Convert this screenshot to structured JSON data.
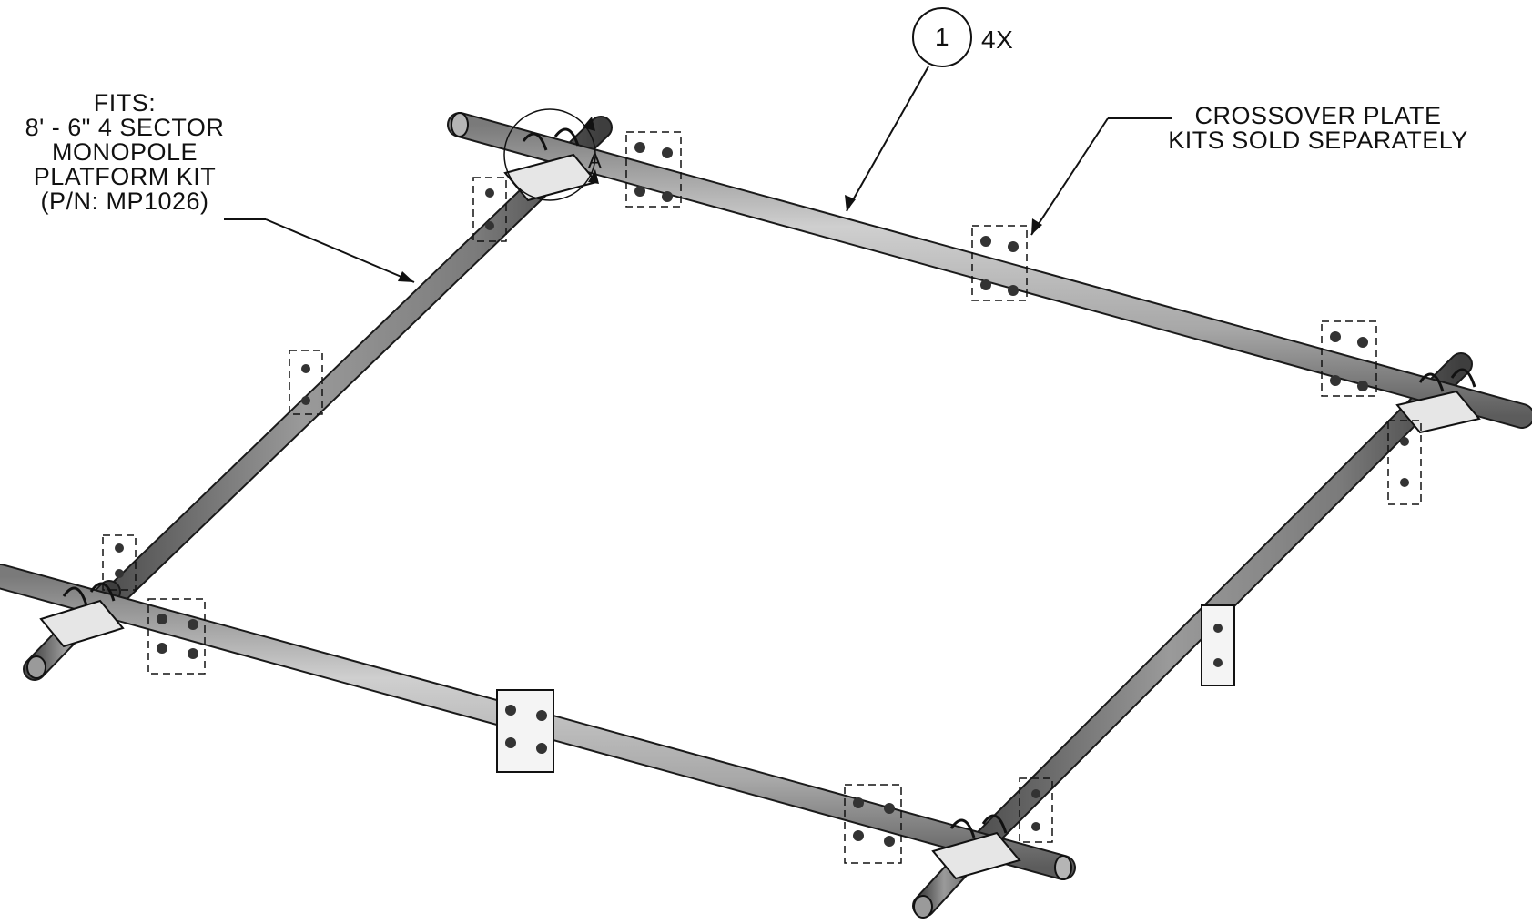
{
  "balloon": {
    "item_number": "1",
    "quantity": "4X"
  },
  "fits_note": {
    "lines": [
      "FITS:",
      "8' - 6\" 4 SECTOR",
      "MONOPOLE",
      "PLATFORM KIT",
      "(P/N: MP1026)"
    ]
  },
  "crossover_note": {
    "lines": [
      "CROSSOVER PLATE",
      "KITS SOLD SEPARATELY"
    ]
  },
  "detail_callout": {
    "letter": "A"
  },
  "colors": {
    "line": "#111111",
    "pipe_light": "#c9c9c9",
    "pipe_mid": "#9c9c9c",
    "pipe_dark": "#5a5a5a",
    "plate": "#e8e8e8"
  }
}
